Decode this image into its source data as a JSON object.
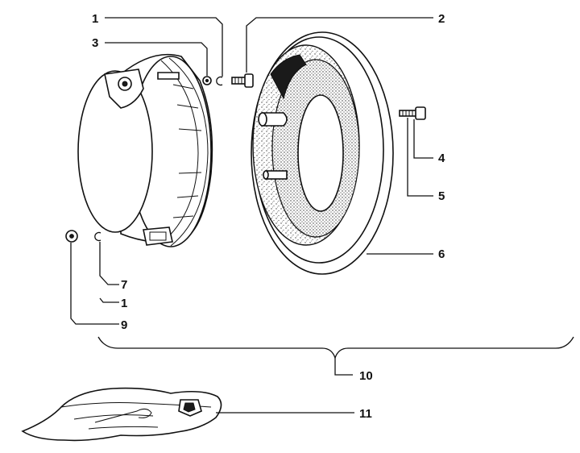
{
  "diagram": {
    "callouts": {
      "c1_top": "1",
      "c2": "2",
      "c3": "3",
      "c4": "4",
      "c5": "5",
      "c6": "6",
      "c7": "7",
      "c1_bottom": "1",
      "c9": "9",
      "c10": "10",
      "c11": "11"
    },
    "line_color": "#111111",
    "background": "#ffffff"
  }
}
